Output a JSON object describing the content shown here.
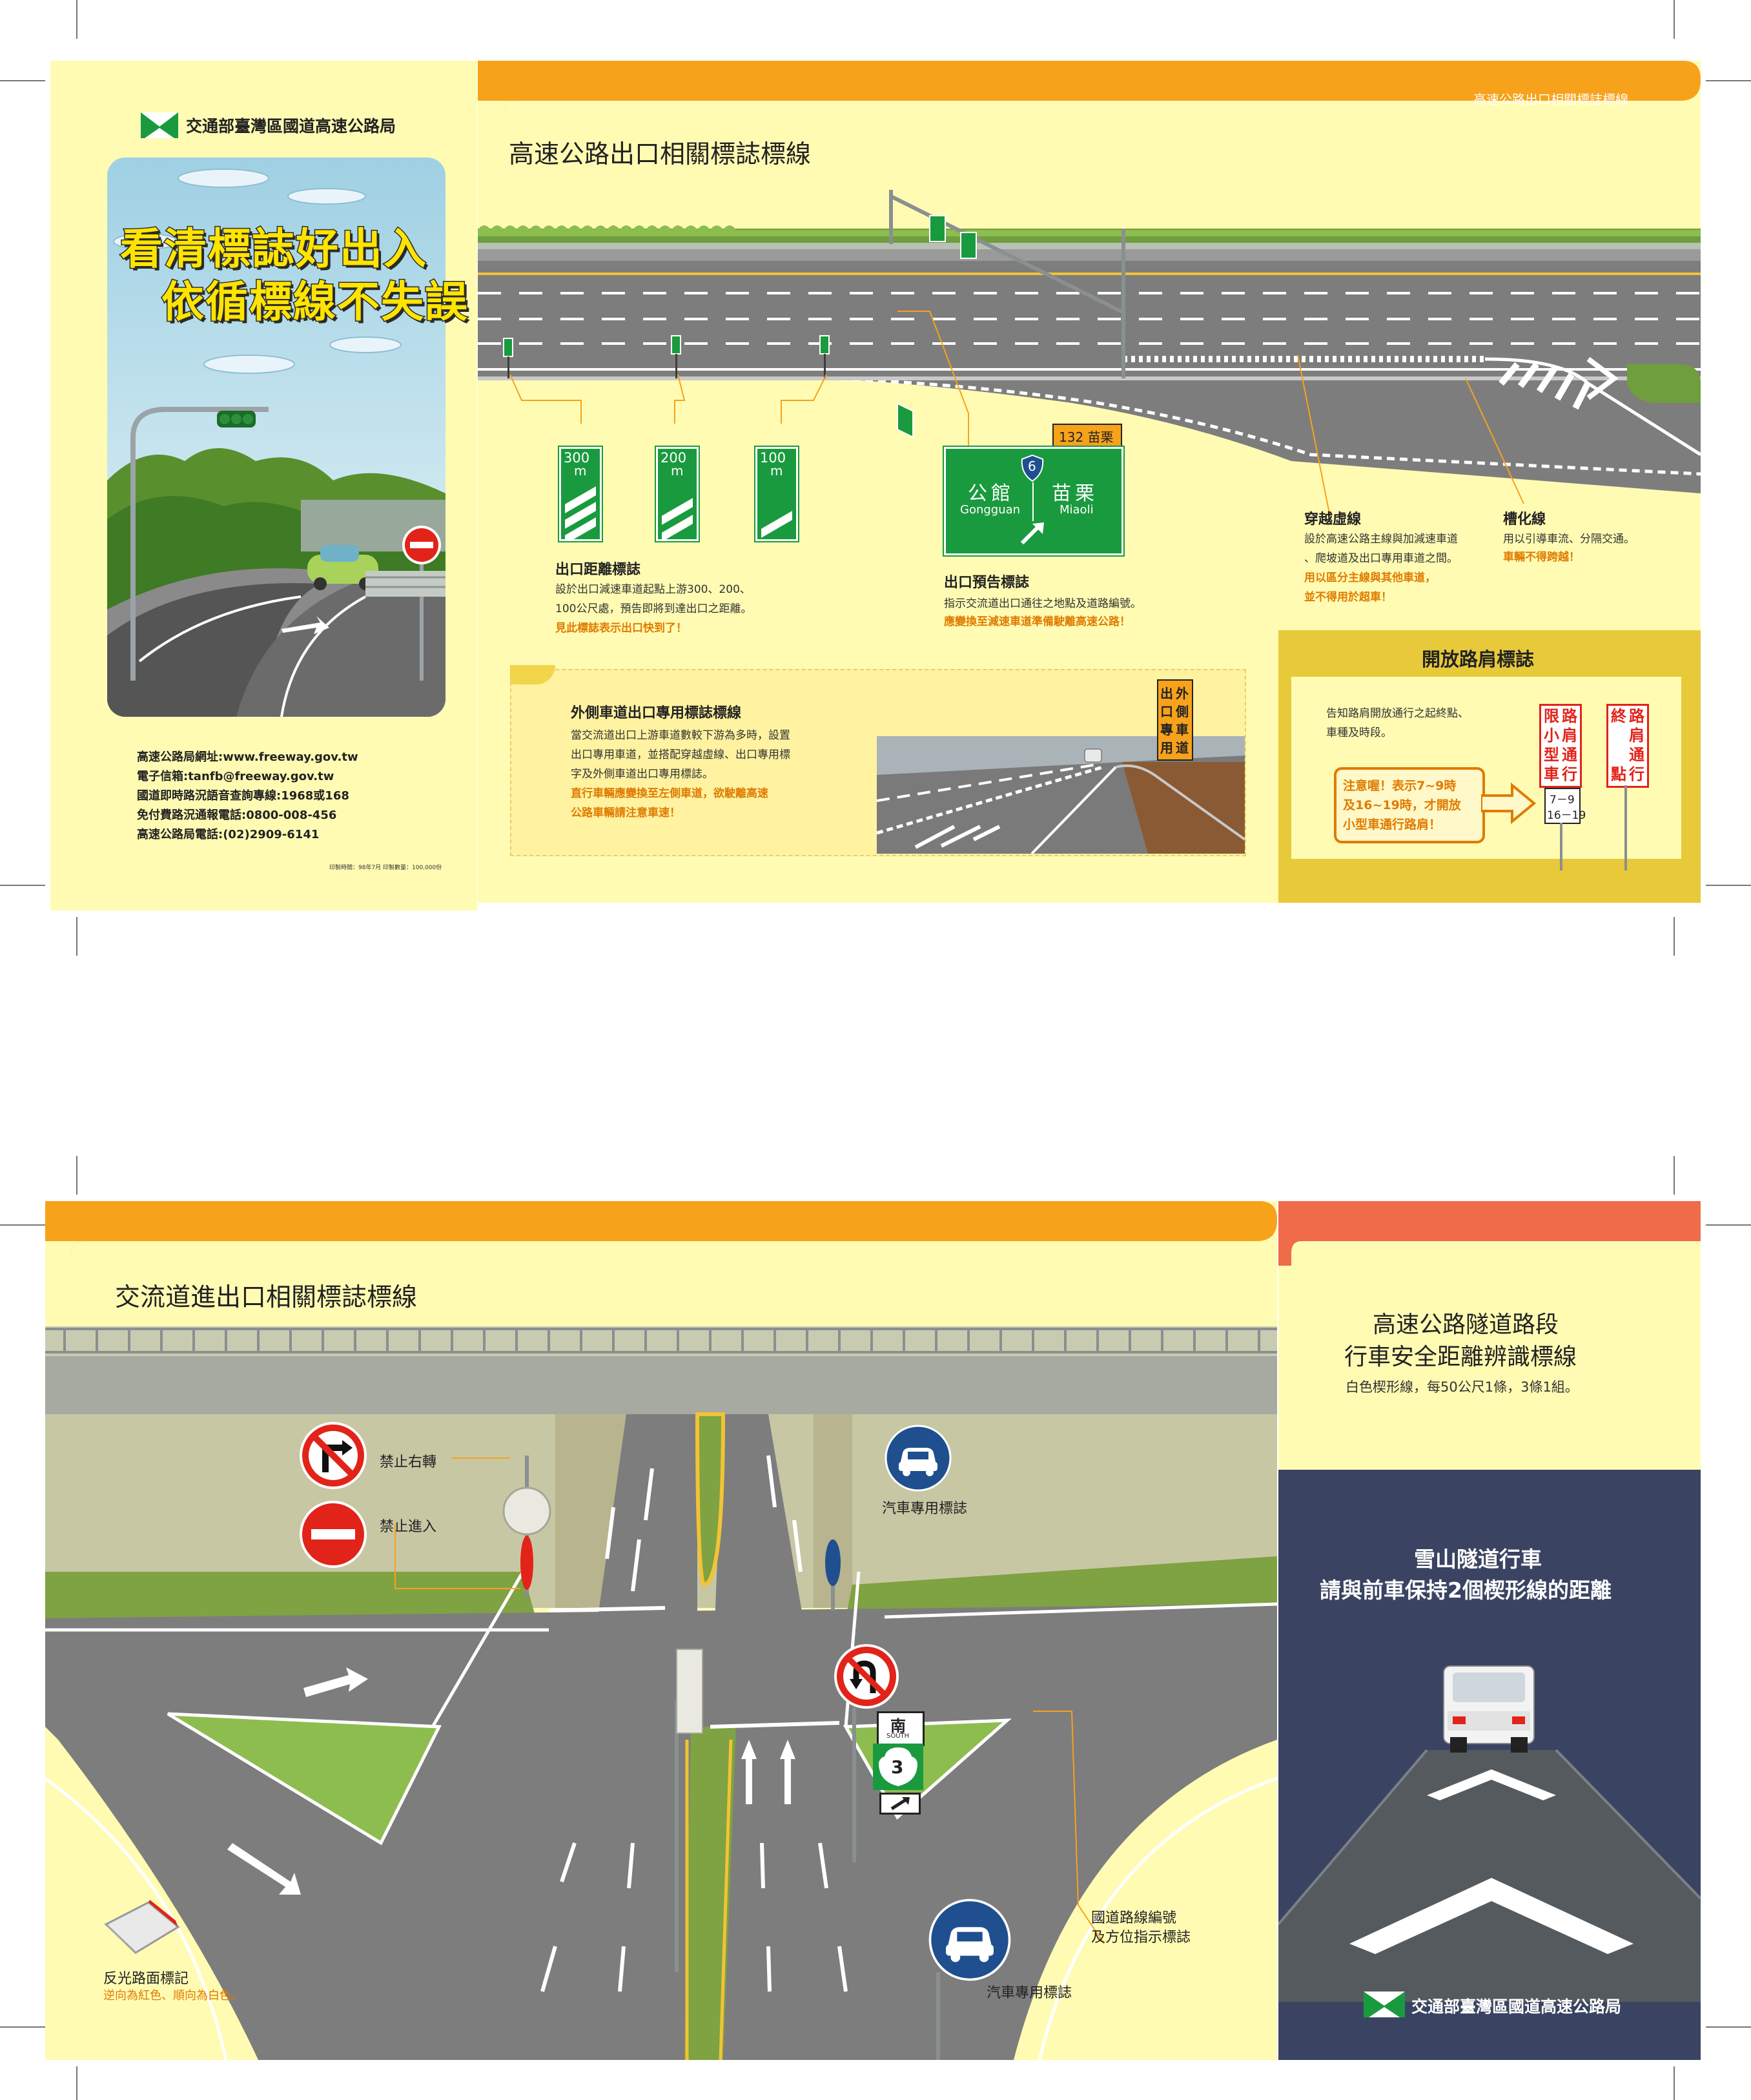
{
  "cover": {
    "agency": "交通部臺灣區國道高速公路局",
    "slogan1": "看清標誌好出入",
    "slogan2": "依循標線不失誤",
    "contacts": [
      "高速公路局網址:www.freeway.gov.tw",
      "電子信箱:tanfb@freeway.gov.tw",
      "國道即時路況語音查詢專線:1968或168",
      "免付費路況通報電話:0800-008-456",
      "高速公路局電話:(02)2909-6141"
    ],
    "print_info": "印製時間：98年7月  印製數量：100,000份"
  },
  "exit_page": {
    "header_tag": "高速公路出口相關標誌標線",
    "title": "高速公路出口相關標誌標線",
    "dist_signs": [
      {
        "num": "300",
        "unit": "m",
        "stripes": 3
      },
      {
        "num": "200",
        "unit": "m",
        "stripes": 2
      },
      {
        "num": "100",
        "unit": "m",
        "stripes": 1
      }
    ],
    "dist_title": "出口距離標誌",
    "dist_desc": [
      "設於出口減速車道起點上游300、200、",
      "100公尺處，預告即將到達出口之距離。"
    ],
    "dist_highlight": "見此標誌表示出口快到了！",
    "advance_sign": {
      "tag": "132 苗栗",
      "route": "6",
      "left_cn": "公館",
      "left_en": "Gongguan",
      "right_cn": "苗栗",
      "right_en": "Miaoli"
    },
    "advance_title": "出口預告標誌",
    "advance_desc": "指示交流道出口通往之地點及道路編號。",
    "advance_highlight": "應變換至減速車道準備駛離高速公路！",
    "cross_title": "穿越虛線",
    "cross_desc": [
      "設於高速公路主線與加減速車道",
      "、爬坡道及出口專用車道之間。"
    ],
    "cross_highlight": [
      "用以區分主線與其他車道，",
      "並不得用於超車！"
    ],
    "channel_title": "槽化線",
    "channel_desc": "用以引導車流、分隔交通。",
    "channel_highlight": "車輛不得跨越！",
    "outer_title": "外側車道出口專用標誌標線",
    "outer_desc": [
      "當交流道出口上游車道數較下游為多時，設置",
      "出口專用車道，並搭配穿越虛線、出口專用標",
      "字及外側車道出口專用標誌。"
    ],
    "outer_highlight": [
      "直行車輛應變換至左側車道，欲駛離高速",
      "公路車輛請注意車速！"
    ],
    "outer_sign": [
      "出",
      "口",
      "專",
      "用",
      "外",
      "側",
      "車",
      "道"
    ],
    "shoulder_title": "開放路肩標誌",
    "shoulder_desc": [
      "告知路肩開放通行之起終點、",
      "車種及時段。"
    ],
    "shoulder_note": [
      "注意喔！表示7~9時",
      "及16~19時，才開放",
      "小型車通行路肩！"
    ],
    "shoulder_sign1": [
      "限",
      "小",
      "型",
      "車",
      "路",
      "肩",
      "通",
      "行"
    ],
    "shoulder_sign1_times": [
      "7－9",
      "16－19"
    ],
    "shoulder_sign2": [
      "終",
      "點",
      "路",
      "肩",
      "通",
      "行"
    ]
  },
  "interchange_page": {
    "title": "交流道進出口相關標誌標線",
    "no_right": "禁止右轉",
    "no_entry": "禁止進入",
    "car_only_1": "汽車專用標誌",
    "car_only_2": "汽車專用標誌",
    "route_marker": [
      "國道路線編號",
      "及方位指示標誌"
    ],
    "route_dir": "南",
    "route_dir_en": "SOUTH",
    "route_num": "3",
    "reflect_title": "反光路面標記",
    "reflect_desc": "逆向為紅色、順向為白色。"
  },
  "tunnel_page": {
    "title1": "高速公路隧道路段",
    "title2": "行車安全距離辨識標線",
    "desc": "白色楔形線，每50公尺1條，3條1組。",
    "sub1": "雪山隧道行車",
    "sub2": "請與前車保持2個楔形線的距離",
    "agency": "交通部臺灣區國道高速公路局"
  },
  "colors": {
    "panel": "#fffbb3",
    "orange": "#f7a21b",
    "coral": "#ef6b4a",
    "navy": "#3a4462",
    "sign_green": "#1a9a3e",
    "red": "#e2231a",
    "blue": "#1f4f8f"
  }
}
